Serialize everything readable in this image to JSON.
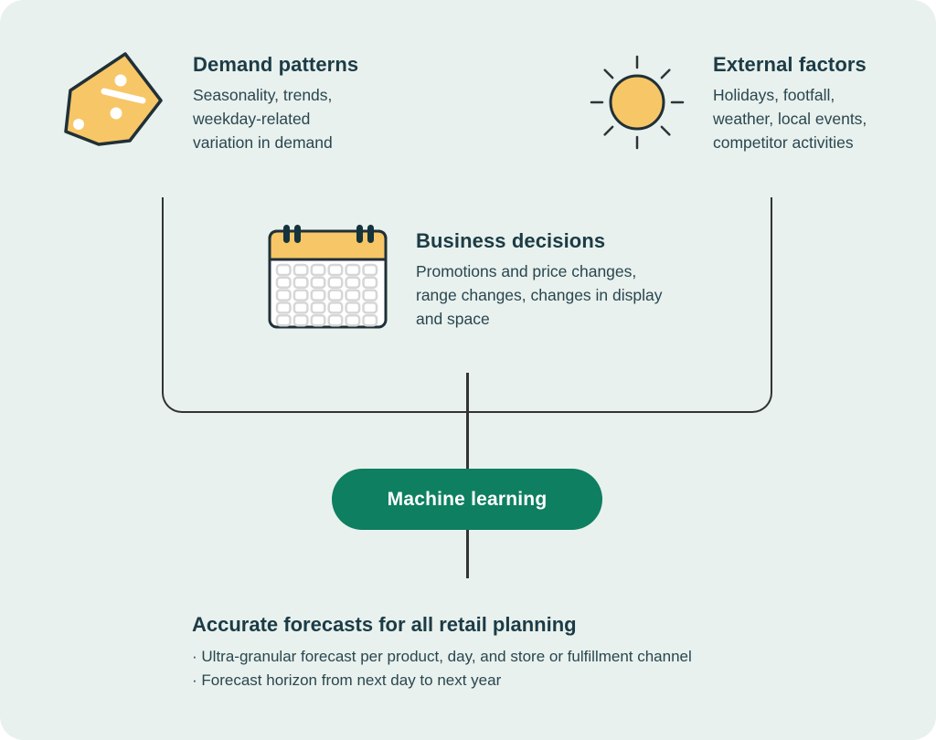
{
  "colors": {
    "background": "#E8F1ED",
    "page": "#FFFFFF",
    "accent_green": "#0E7F60",
    "icon_yellow": "#F7C666",
    "heading_text": "#1C3B46",
    "body_text": "#2A4650",
    "connector_line": "#333333",
    "icon_outline": "#1F3038",
    "calendar_grid_gray": "#D6D6D6"
  },
  "sections": {
    "demand": {
      "icon": "discount-tag-icon",
      "title": "Demand patterns",
      "lines": [
        "Seasonality, trends,",
        "weekday-related",
        "variation in demand"
      ]
    },
    "external": {
      "icon": "sun-icon",
      "title": "External factors",
      "lines": [
        "Holidays, footfall,",
        "weather, local events,",
        "competitor activities"
      ]
    },
    "business": {
      "icon": "calendar-icon",
      "title": "Business decisions",
      "lines": [
        "Promotions and price changes,",
        "range changes, changes in display",
        "and space"
      ]
    }
  },
  "ml_node": {
    "label": "Machine learning"
  },
  "outcome": {
    "title": "Accurate forecasts for all retail planning",
    "bullets": [
      "· Ultra-granular forecast per product, day, and store or fulfillment channel",
      "· Forecast horizon from next day to next year"
    ]
  }
}
